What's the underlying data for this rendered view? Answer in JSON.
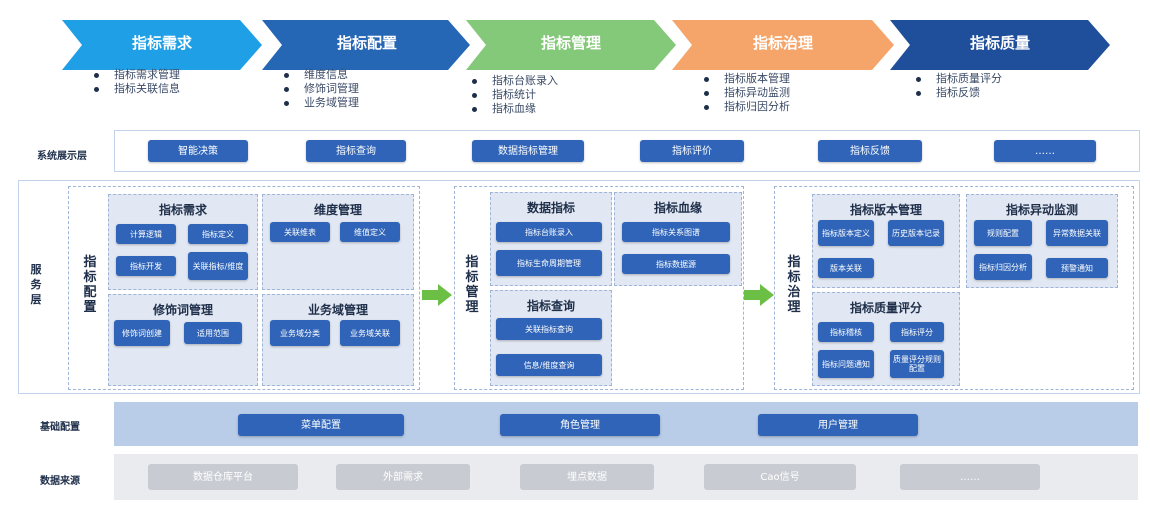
{
  "stages": [
    {
      "title": "指标需求",
      "color": "#1fa0e6",
      "items": [
        "指标需求管理",
        "指标关联信息"
      ]
    },
    {
      "title": "指标配置",
      "color": "#2566b5",
      "items": [
        "维度信息",
        "修饰词管理",
        "业务域管理"
      ]
    },
    {
      "title": "指标管理",
      "color": "#84c879",
      "items": [
        "指标台账录入",
        "指标统计",
        "指标血缘"
      ]
    },
    {
      "title": "指标治理",
      "color": "#f5a56a",
      "items": [
        "指标版本管理",
        "指标异动监测",
        "指标归因分析"
      ]
    },
    {
      "title": "指标质量",
      "color": "#1f4f9a",
      "items": [
        "指标质量评分",
        "指标反馈"
      ]
    }
  ],
  "display_layer": {
    "label": "系统展示层",
    "buttons": [
      "智能决策",
      "指标查询",
      "数据指标管理",
      "指标评价",
      "指标反馈",
      "……"
    ]
  },
  "service_layer": {
    "label": "服务层",
    "config": {
      "label": "指标配置",
      "demand": {
        "title": "指标需求",
        "buttons": [
          "计算逻辑",
          "指标定义",
          "指标开发",
          "关联指标/维度"
        ]
      },
      "dimension": {
        "title": "维度管理",
        "buttons": [
          "关联维表",
          "维值定义"
        ]
      },
      "modifier": {
        "title": "修饰词管理",
        "buttons": [
          "修饰词创建",
          "适用范围"
        ]
      },
      "domain": {
        "title": "业务域管理",
        "buttons": [
          "业务域分类",
          "业务域关联"
        ]
      }
    },
    "management": {
      "label": "指标管理",
      "data_metric": {
        "title": "数据指标",
        "buttons": [
          "指标台账录入",
          "指标生命周期管理"
        ]
      },
      "lineage": {
        "title": "指标血缘",
        "buttons": [
          "指标关系图谱",
          "指标数据源"
        ]
      },
      "query": {
        "title": "指标查询",
        "buttons": [
          "关联指标查询",
          "信息/维度查询"
        ]
      }
    },
    "governance": {
      "label": "指标治理",
      "version": {
        "title": "指标版本管理",
        "buttons": [
          "指标版本定义",
          "历史版本记录",
          "版本关联"
        ]
      },
      "anomaly": {
        "title": "指标异动监测",
        "buttons": [
          "规则配置",
          "异常数据关联",
          "指标归因分析",
          "预警通知"
        ]
      },
      "quality": {
        "title": "指标质量评分",
        "buttons": [
          "指标稽核",
          "指标评分",
          "指标问题通知",
          "质量评分规则配置"
        ]
      }
    }
  },
  "base_config": {
    "label": "基础配置",
    "buttons": [
      "菜单配置",
      "角色管理",
      "用户管理"
    ]
  },
  "data_source": {
    "label": "数据来源",
    "buttons": [
      "数据仓库平台",
      "外部需求",
      "埋点数据",
      "Cao信号",
      "……"
    ]
  }
}
